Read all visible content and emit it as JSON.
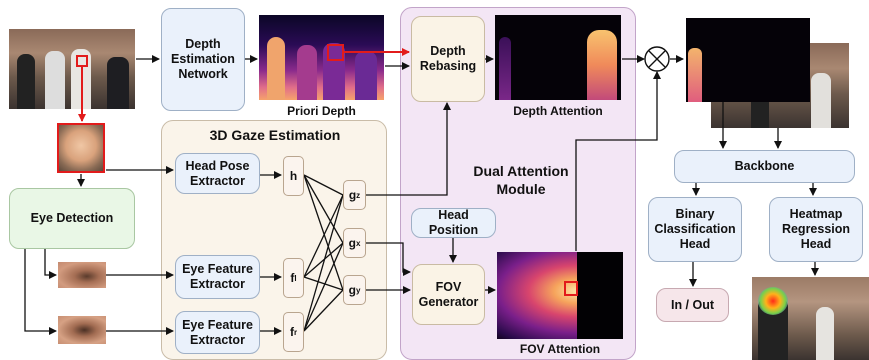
{
  "nodes": {
    "depth_net": "Depth\nEstimation\nNetwork",
    "depth_rebasing": "Depth\nRebasing",
    "head_pose": "Head Pose\nExtractor",
    "eye_detection": "Eye Detection",
    "eye_feature_1": "Eye Feature\nExtractor",
    "eye_feature_2": "Eye Feature\nExtractor",
    "head_position": "Head Position",
    "fov_generator": "FOV\nGenerator",
    "backbone": "Backbone",
    "binary_head": "Binary\nClassification\nHead",
    "heatmap_head": "Heatmap\nRegression\nHead",
    "in_out": "In / Out"
  },
  "groups": {
    "gaze_title": "3D Gaze Estimation",
    "dual_title": "Dual Attention\nModule"
  },
  "captions": {
    "priori_depth": "Priori Depth",
    "depth_attention": "Depth Attention",
    "fov_attention": "FOV Attention"
  },
  "symbols": {
    "h": "h",
    "f": "f",
    "l": "l",
    "r": "r",
    "g": "g",
    "z": "z",
    "x": "x",
    "y": "y"
  },
  "colors": {
    "arrow": "#111111",
    "highlight": "#e21b1b"
  }
}
